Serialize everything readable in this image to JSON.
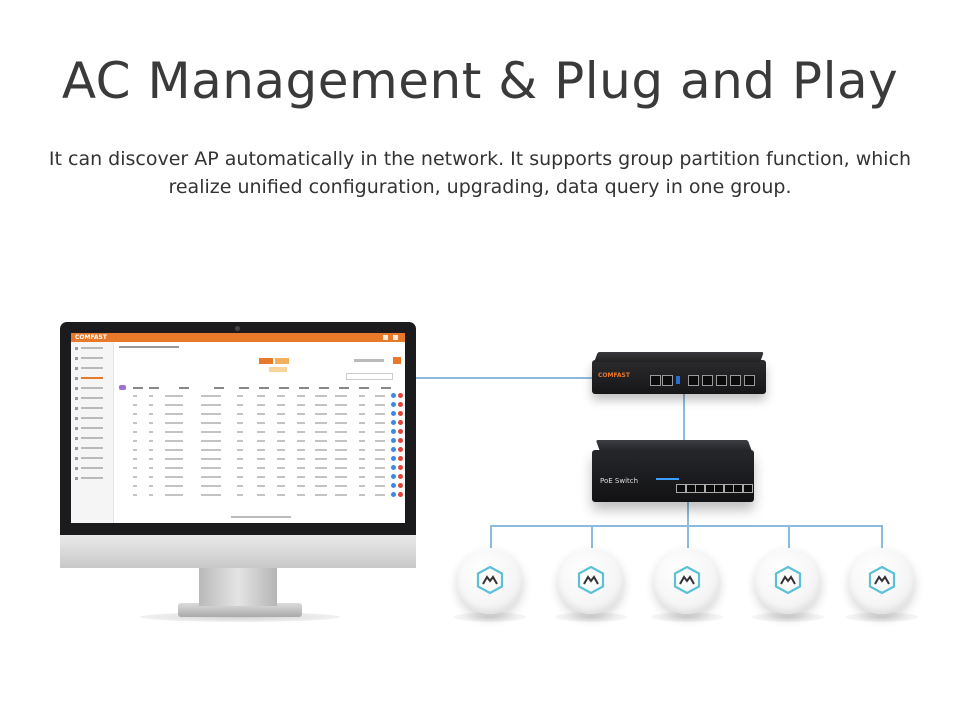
{
  "header": {
    "title": "AC Management & Plug and Play",
    "description": "It can discover AP automatically in the network. It supports group partition function, which realize unified configuration, upgrading, data query in one group."
  },
  "devices": {
    "router_brand": "COMFAST",
    "switch_label": "PoE Switch",
    "access_point_count": 5,
    "access_point_icon": "comfast-hexagon-logo-icon"
  },
  "colors": {
    "accent_orange": "#e8782a",
    "link_blue": "#8dbbdd",
    "ap_logo_teal": "#5bc0d8"
  }
}
